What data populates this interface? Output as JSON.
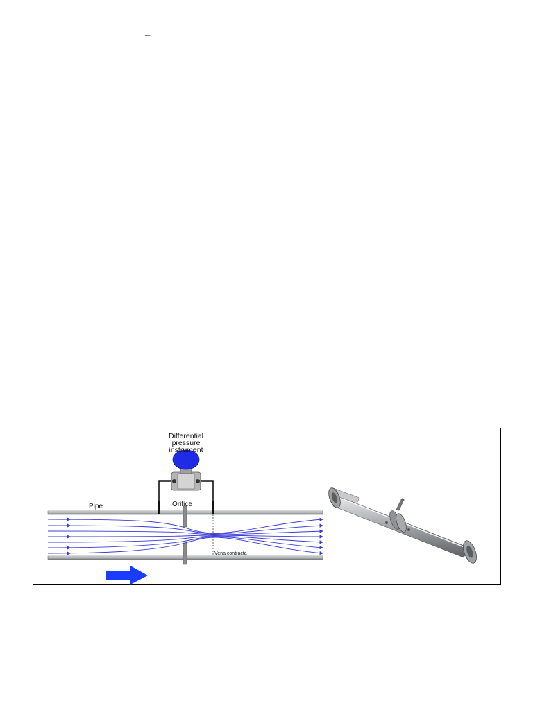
{
  "page": {
    "top_mark": "_"
  },
  "diagram": {
    "instrument_label_line1": "Differential",
    "instrument_label_line2": "pressure",
    "instrument_label_line3": "instrument",
    "pipe_label": "Pipe",
    "orifice_label": "Orifice",
    "vena_contracta_label": "Vena contracta",
    "colors": {
      "streamline": "#3b3bd6",
      "flow_arrow": "#1a3cff",
      "instrument_head": "#1f2be6",
      "pipe": "#9a9a9a",
      "orifice_plate": "#8c8c8c",
      "meter_body": "#b5b5b5"
    }
  },
  "product_photo": {
    "description_icon": "orifice-meter-pipe-section-icon"
  }
}
